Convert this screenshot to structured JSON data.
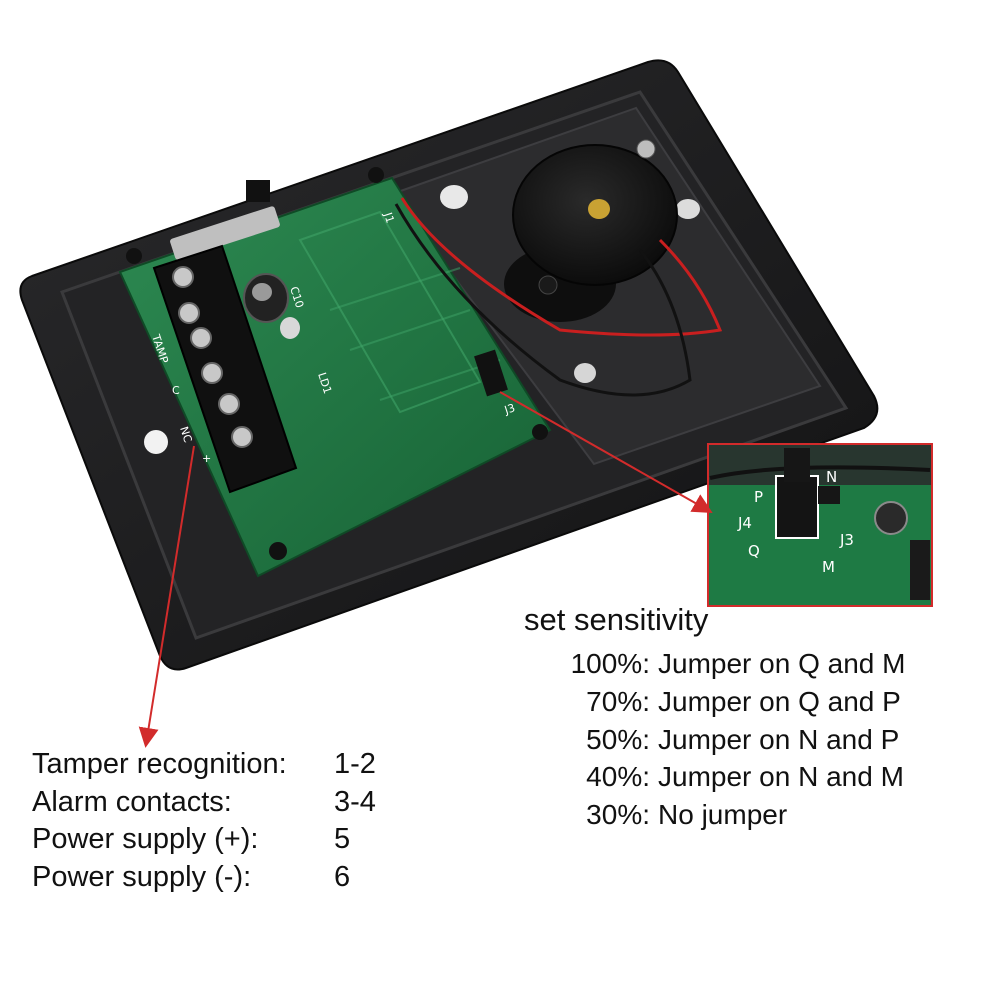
{
  "sensitivity": {
    "title": "set sensitivity",
    "rows": [
      {
        "percent": "100%:",
        "setting": "Jumper on Q and M"
      },
      {
        "percent": "70%:",
        "setting": "Jumper on Q and P"
      },
      {
        "percent": "50%:",
        "setting": "Jumper on N and P"
      },
      {
        "percent": "40%:",
        "setting": "Jumper on N and M"
      },
      {
        "percent": "30%:",
        "setting": "No jumper"
      }
    ]
  },
  "wiring": {
    "rows": [
      {
        "label": "Tamper recognition:",
        "value": "1-2"
      },
      {
        "label": "Alarm contacts:",
        "value": "3-4"
      },
      {
        "label": "Power supply (+):",
        "value": "5"
      },
      {
        "label": "Power supply (-):",
        "value": "6"
      }
    ]
  },
  "board_markings": {
    "tamp": "TAMP",
    "c": "C",
    "nc": "NC",
    "plus": "+",
    "ld1": "LD1",
    "c10": "C10",
    "j1": "J1",
    "j3": "J3"
  },
  "inset_markings": {
    "p": "P",
    "n": "N",
    "j4": "J4",
    "j3": "J3",
    "q": "Q",
    "m": "M"
  },
  "colors": {
    "housing": "#1c1c1e",
    "pcb": "#1f7a43",
    "arrow": "#d22b2b",
    "text": "#111111"
  }
}
